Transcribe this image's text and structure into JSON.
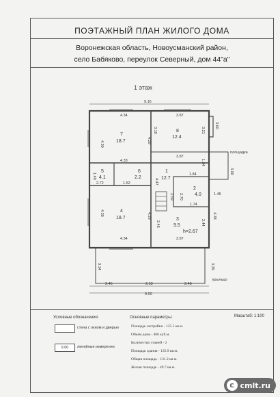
{
  "header": {
    "title": "ПОЭТАЖНЫЙ ПЛАН ЖИЛОГО ДОМА",
    "address_line1": "Воронежская область, Новоусманский район,",
    "address_line2": "село Бабяково, переулок Северный, дом 44\"а\""
  },
  "plan": {
    "floor_label": "1 этаж",
    "rooms": [
      {
        "num": "7",
        "area": "18.7"
      },
      {
        "num": "8",
        "area": "12.4"
      },
      {
        "num": "5",
        "area": "4.1"
      },
      {
        "num": "6",
        "area": "2.2"
      },
      {
        "num": "1",
        "area": "12.7"
      },
      {
        "num": "2",
        "area": "4.0"
      },
      {
        "num": "4",
        "area": "18.7"
      },
      {
        "num": "3",
        "area": "9.5"
      }
    ],
    "height_label": "h=2.67",
    "labels": {
      "platform_top": "площадка",
      "porch": "крыльцо"
    },
    "dims": {
      "top_total": "9.16",
      "r7_top": "4.34",
      "r8_top": "3.87",
      "r7_h": "4.30",
      "r7_right": "4.29",
      "r8_left": "3.19",
      "r8_right": "3.21",
      "ext_right": "3.60",
      "mid_left": "4.33",
      "mid_right": "3.87",
      "corr_h": "1.34",
      "stair_w": "1.84",
      "plat_h": "3.00",
      "r5_h": "1.49",
      "r5_w": "2.72",
      "r6_w": "1.52",
      "r1_h": "4.47",
      "r2_h": "2.59",
      "r2_w2": "2.70",
      "r2_w": "1.74",
      "porch_side": "1.45",
      "r4_h": "4.30",
      "r4_right": "4.29",
      "r3_left": "2.46",
      "r3_right": "2.44",
      "ext_r": "4.38",
      "bot_left": "4.34",
      "bot_right": "3.87",
      "porch_left_h": "3.14",
      "porch_right_h": "3.39",
      "seg1": "2.46",
      "seg2": "2.53",
      "seg3": "2.48",
      "bottom_total": "9.00"
    }
  },
  "legend": {
    "title": "Условные обозначения:",
    "wall_label": "стена с окном и дверью",
    "dim_sample": "9.00",
    "dim_label": "линейные измерения"
  },
  "params": {
    "title": "Основные параметры:",
    "items": [
      "Площадь застройки - 135.5 кв.м.",
      "Объем дома - 406 куб.м.",
      "Количество этажей - 2",
      "Площадь здания - 135.9 кв.м.",
      "Общая площадь - 131.2 кв.м.",
      "Жилая площадь - 49.7 кв.м."
    ]
  },
  "scale": "Масштаб: 1:100",
  "watermark": {
    "icon": "c",
    "text": "cmlt.ru"
  }
}
